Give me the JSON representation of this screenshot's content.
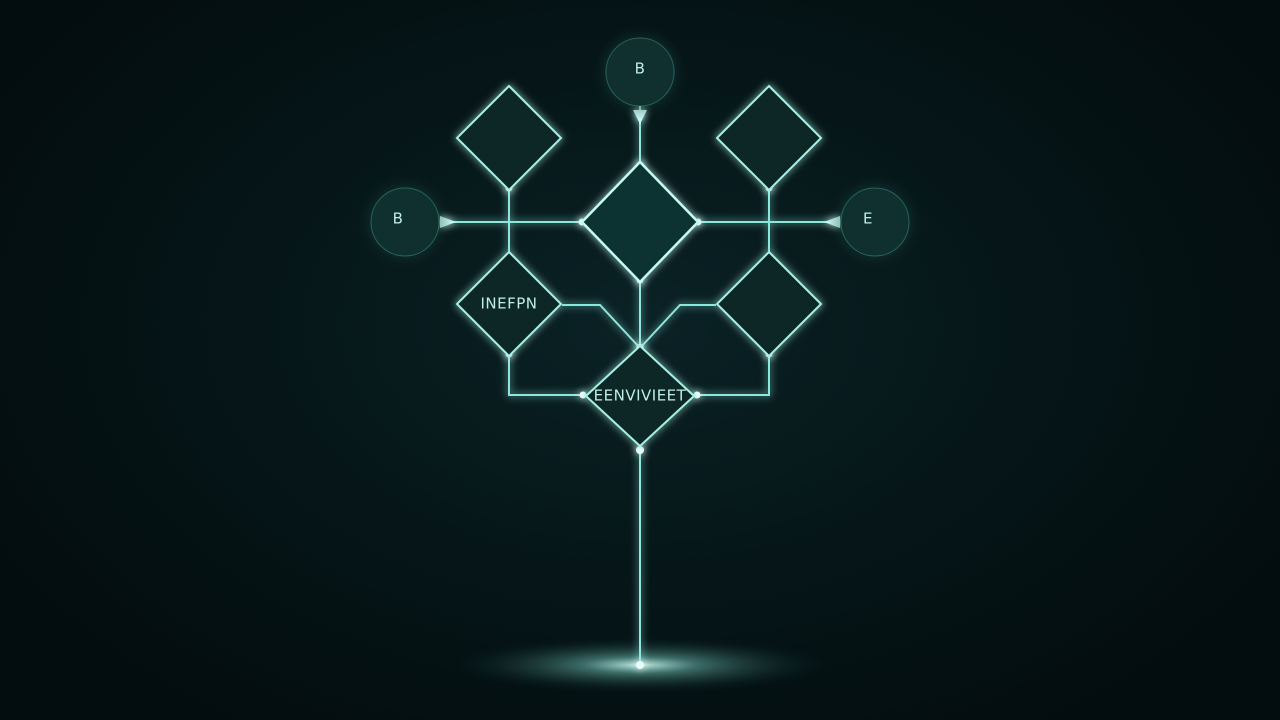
{
  "colors": {
    "background": "#041214",
    "line": "#8fe6dc",
    "line_glow": "#3fbfb2",
    "node_fill": "#0b2a2c",
    "node_stroke": "#a6f0e6",
    "text": "#bdeee8"
  },
  "nodes": {
    "top_circle": {
      "lines": [
        "B",
        ""
      ]
    },
    "left_circle": {
      "lines": [
        "B",
        ""
      ]
    },
    "right_circle": {
      "lines": [
        "E",
        ""
      ]
    },
    "top_left_diamond": {
      "lines": [
        "",
        "",
        ""
      ]
    },
    "top_right_diamond": {
      "lines": [
        "",
        "",
        ""
      ]
    },
    "center_diamond": {
      "lines": [
        ""
      ]
    },
    "mid_left_diamond": {
      "lines": [
        "INEFPN"
      ]
    },
    "mid_right_diamond": {
      "lines": [
        ""
      ]
    },
    "bottom_diamond": {
      "lines": [
        "EENVIVIEET"
      ]
    }
  }
}
